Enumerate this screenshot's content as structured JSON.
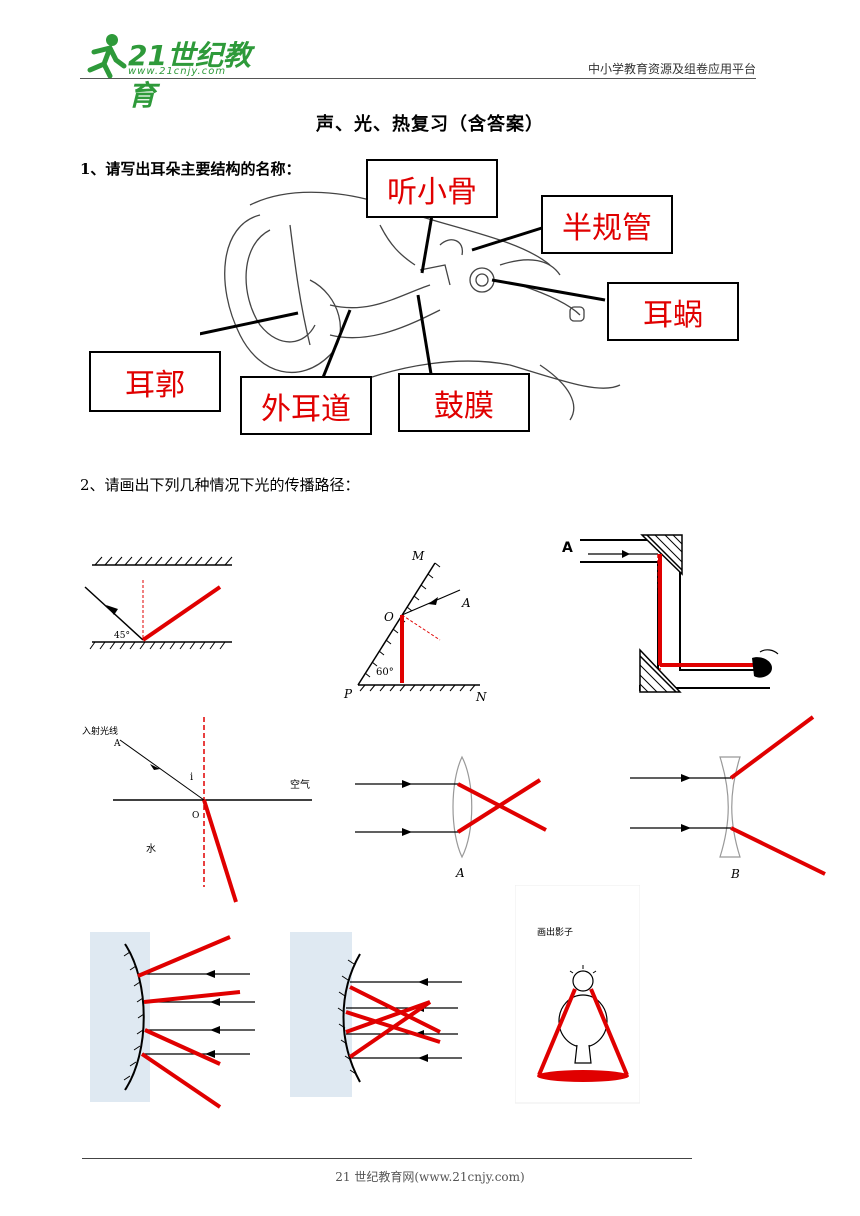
{
  "header": {
    "logo_main": "21世纪教育",
    "logo_url": "www.21cnjy.com",
    "right": "中小学教育资源及组卷应用平台"
  },
  "title": "声、光、热复习（含答案）",
  "q1": {
    "prompt": "1、请写出耳朵主要结构的名称：",
    "labels": {
      "ossicles": "听小骨",
      "canals": "半规管",
      "cochlea": "耳蜗",
      "auricle": "耳郭",
      "canal": "外耳道",
      "eardrum": "鼓膜"
    }
  },
  "q2": {
    "prompt": "2、请画出下列几种情况下光的传播路径：",
    "d1_angle": "45°",
    "d2": {
      "M": "M",
      "A": "A",
      "O": "O",
      "P": "P",
      "N": "N",
      "angle": "60°"
    },
    "d3": {
      "A": "A"
    },
    "d4": {
      "incident": "入射光线",
      "A": "A",
      "i": "i",
      "air": "空气",
      "O": "O",
      "water": "水"
    },
    "lensA": "A",
    "lensB": "B",
    "shadow": "画出影子"
  },
  "footer": "21 世纪教育网(www.21cnjy.com)"
}
